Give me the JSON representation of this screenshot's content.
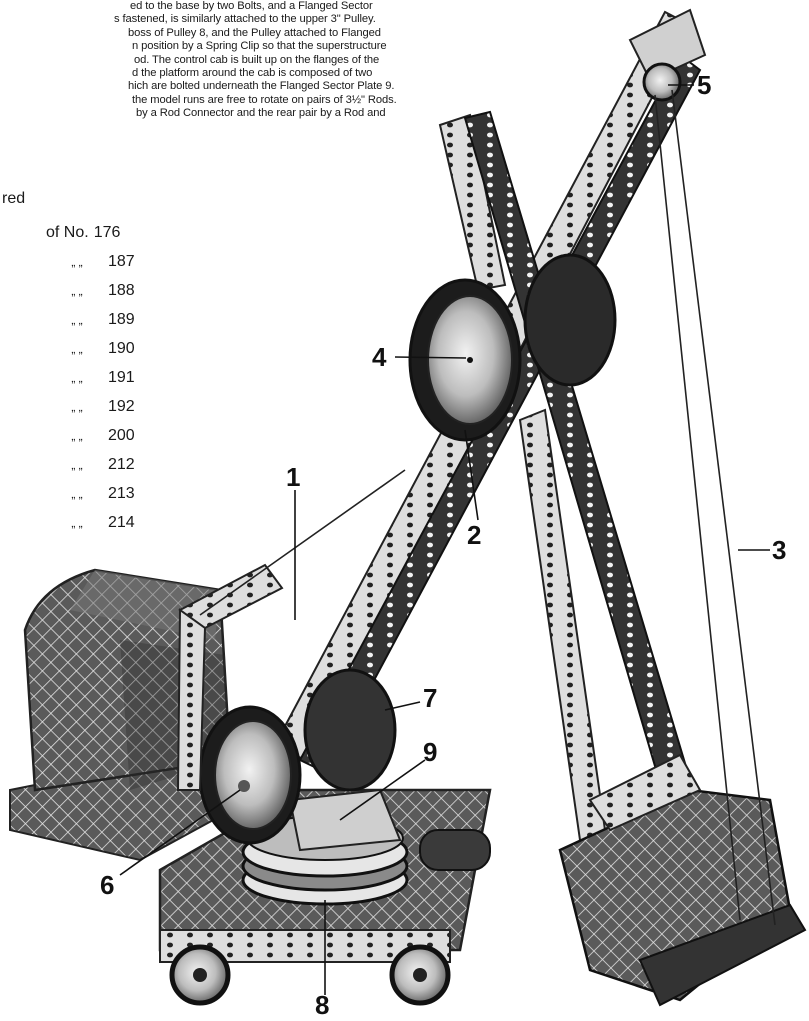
{
  "intro_lines": [
    "ed to the base by two Bolts, and a Flanged Sector",
    "s fastened, is similarly attached to the upper 3\" Pulley.",
    "boss of Pulley 8, and the Pulley attached to Flanged",
    "n position by a Spring Clip so that the superstructure",
    "od.   The control cab is built up on the flanges of the",
    "d the platform around the cab is composed of two",
    "hich are bolted underneath the Flanged Sector Plate 9.",
    "the model runs are free to rotate on pairs of 3½\" Rods.",
    "by a Rod Connector and the rear pair by a Rod and"
  ],
  "parts_heading": "red",
  "parts_first_prefix": "of No.",
  "ditto_mark": "„   „",
  "parts_numbers": [
    "176",
    "187",
    "188",
    "189",
    "190",
    "191",
    "192",
    "200",
    "212",
    "213",
    "214"
  ],
  "callouts": {
    "c1": "1",
    "c2": "2",
    "c3": "3",
    "c4": "4",
    "c5": "5",
    "c6": "6",
    "c7": "7",
    "c8": "8",
    "c9": "9"
  },
  "colors": {
    "ink": "#1a1a1a",
    "metal_light": "#d9d9d9",
    "metal_dark": "#3a3a3a",
    "paper": "#ffffff"
  }
}
